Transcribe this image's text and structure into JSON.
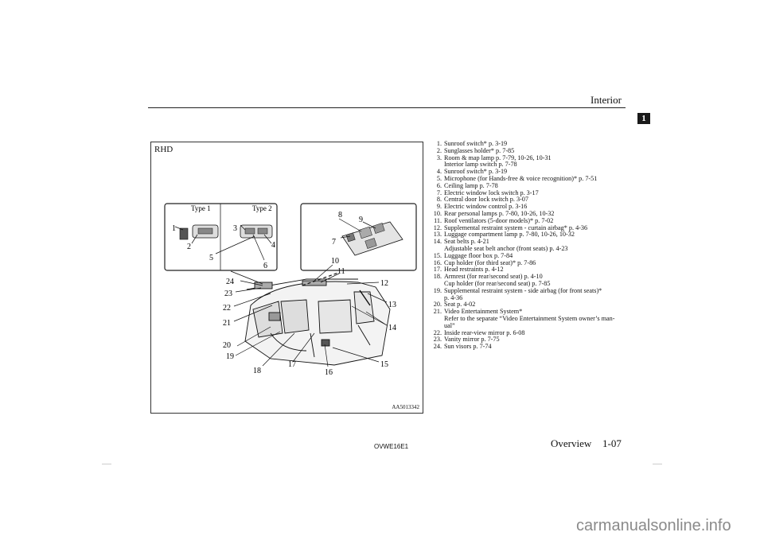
{
  "header": {
    "section_title": "Interior",
    "chapter_tab": "1"
  },
  "figure": {
    "label": "RHD",
    "code": "AA5013342",
    "type_labels": [
      "Type 1",
      "Type 2"
    ],
    "callouts": [
      "1",
      "2",
      "3",
      "4",
      "5",
      "6",
      "7",
      "8",
      "9",
      "10",
      "11",
      "12",
      "13",
      "14",
      "15",
      "16",
      "17",
      "18",
      "19",
      "20",
      "21",
      "22",
      "23",
      "24"
    ]
  },
  "items": [
    {
      "num": "1.",
      "text": "Sunroof switch* p. 3-19"
    },
    {
      "num": "2.",
      "text": "Sunglasses holder* p. 7-85"
    },
    {
      "num": "3.",
      "text": "Room & map lamp p. 7-79, 10-26, 10-31",
      "sub": "Interior lamp switch p. 7-78"
    },
    {
      "num": "4.",
      "text": "Sunroof switch* p. 3-19"
    },
    {
      "num": "5.",
      "text": "Microphone (for Hands-free & voice recognition)* p. 7-51"
    },
    {
      "num": "6.",
      "text": "Ceiling lamp p. 7-78"
    },
    {
      "num": "7.",
      "text": "Electric window lock switch p. 3-17"
    },
    {
      "num": "8.",
      "text": "Central door lock switch p. 3-07"
    },
    {
      "num": "9.",
      "text": "Electric window control p. 3-16"
    },
    {
      "num": "10.",
      "text": "Rear personal lamps p. 7-80, 10-26, 10-32"
    },
    {
      "num": "11.",
      "text": "Roof ventilators (5-door models)* p. 7-02"
    },
    {
      "num": "12.",
      "text": "Supplemental restraint system - curtain airbag* p. 4-36"
    },
    {
      "num": "13.",
      "text": "Luggage compartment lamp p. 7-80, 10-26, 10-32"
    },
    {
      "num": "14.",
      "text": "Seat belts p. 4-21",
      "sub": "Adjustable seat belt anchor (front seats) p. 4-23"
    },
    {
      "num": "15.",
      "text": "Luggage floor box p. 7-84"
    },
    {
      "num": "16.",
      "text": "Cup holder (for third seat)* p. 7-86"
    },
    {
      "num": "17.",
      "text": "Head restraints p. 4-12"
    },
    {
      "num": "18.",
      "text": "Armrest (for rear/second seat) p. 4-10",
      "sub": "Cup holder (for rear/second seat) p. 7-85"
    },
    {
      "num": "19.",
      "text": "Supplemental restraint system - side airbag (for front seats)*",
      "sub": "p. 4-36"
    },
    {
      "num": "20.",
      "text": "Seat p. 4-02"
    },
    {
      "num": "21.",
      "text": "Video Entertainment System*",
      "sub": "Refer to the separate “Video Entertainment System owner’s man-",
      "sub2": "ual”"
    },
    {
      "num": "22.",
      "text": "Inside rear-view mirror p. 6-08"
    },
    {
      "num": "23.",
      "text": "Vanity mirror p. 7-75"
    },
    {
      "num": "24.",
      "text": "Sun visors p. 7-74"
    }
  ],
  "footer": {
    "code": "OVWE16E1",
    "section": "Overview",
    "page": "1-07"
  },
  "watermark": "carmanualsonline.info"
}
